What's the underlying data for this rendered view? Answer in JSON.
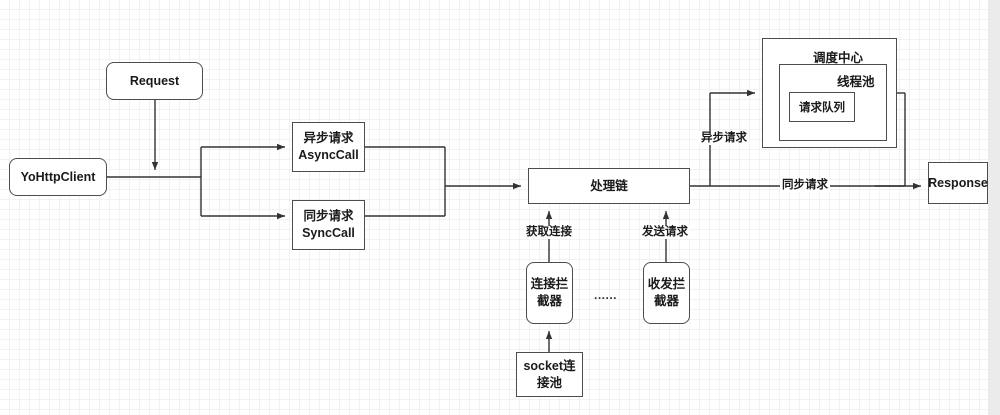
{
  "diagram": {
    "title": "YoHttpClient request flow",
    "background": "#ffffff",
    "grid_minor_color": "#f2f2f2",
    "grid_major_color": "#e6e6e6",
    "node_stroke": "#4d4d4d",
    "node_fill": "#ffffff",
    "text_color": "#1a1a1a"
  },
  "nodes": {
    "request": {
      "label": "Request"
    },
    "yohttpclient": {
      "label": "YoHttpClient"
    },
    "async_call": {
      "line1": "异步请求",
      "line2": "AsyncCall"
    },
    "sync_call": {
      "line1": "同步请求",
      "line2": "SyncCall"
    },
    "handler_chain": {
      "label": "处理链"
    },
    "connect_interceptor": {
      "line1": "连接拦",
      "line2": "截器"
    },
    "io_interceptor": {
      "line1": "收发拦",
      "line2": "截器"
    },
    "socket_pool": {
      "line1": "socket连",
      "line2": "接池"
    },
    "dispatcher": {
      "label": "调度中心"
    },
    "thread_pool": {
      "label": "线程池"
    },
    "request_queue": {
      "label": "请求队列"
    },
    "response": {
      "label": "Response"
    },
    "ellipsis": {
      "label": "......"
    }
  },
  "edge_labels": {
    "async_request": "异步请求",
    "sync_request": "同步请求",
    "get_connection": "获取连接",
    "send_request": "发送请求"
  }
}
